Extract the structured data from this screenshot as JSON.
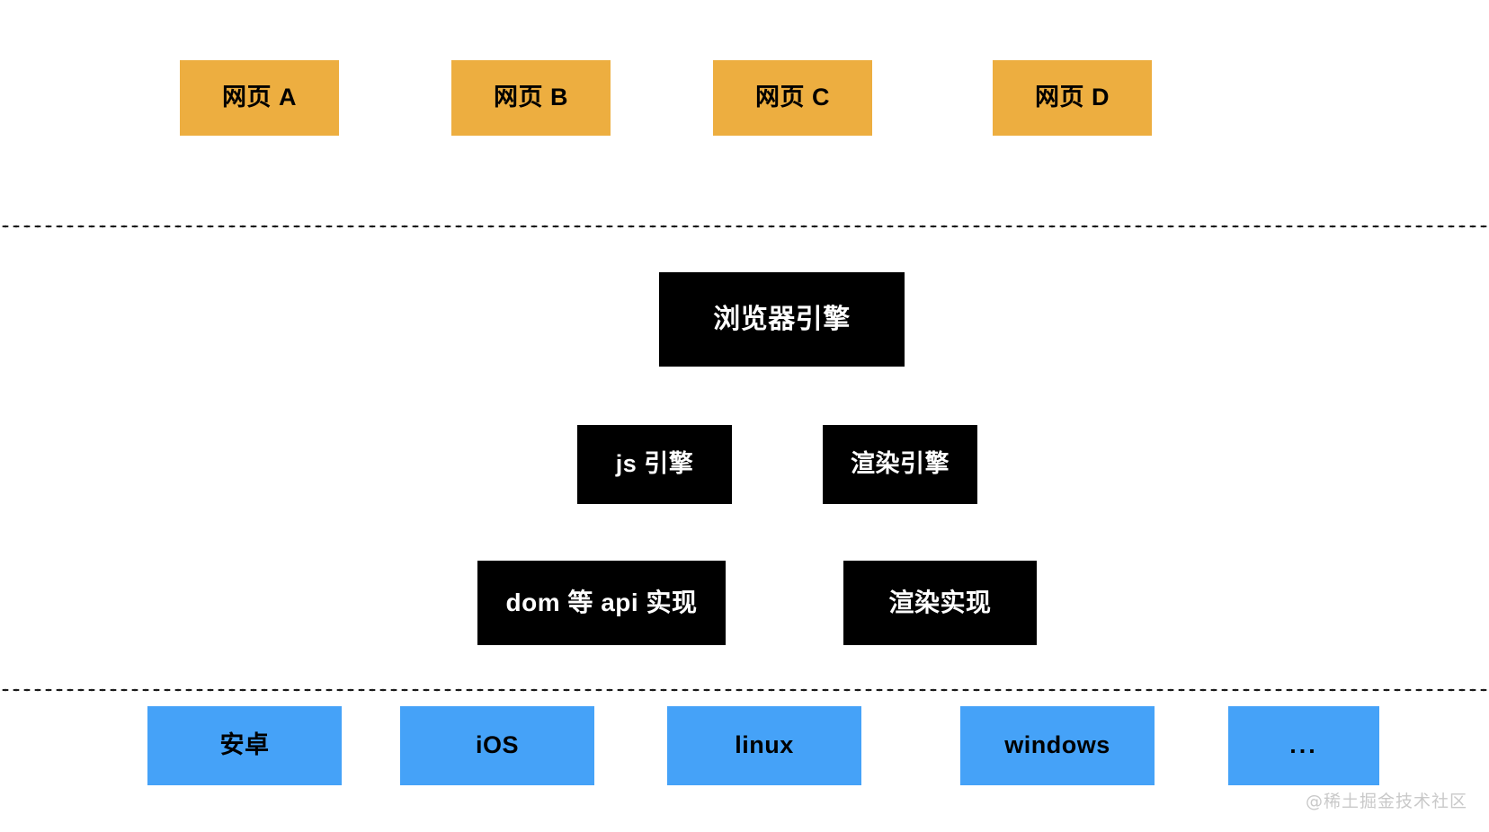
{
  "diagram": {
    "title": "Browser architecture layers",
    "background_color": "#ffffff",
    "layers": {
      "pages": {
        "name": "web-pages-layer",
        "color": "#edae40",
        "text_color": "#000000",
        "boxes": [
          {
            "label": "网页 A",
            "name": "web-page-a"
          },
          {
            "label": "网页 B",
            "name": "web-page-b"
          },
          {
            "label": "网页 C",
            "name": "web-page-c"
          },
          {
            "label": "网页 D",
            "name": "web-page-d"
          }
        ]
      },
      "engine": {
        "name": "browser-engine-layer",
        "color": "#000000",
        "text_color": "#ffffff",
        "browser_engine": {
          "label": "浏览器引擎",
          "name": "browser-engine"
        },
        "engines": [
          {
            "label": "js 引擎",
            "name": "js-engine"
          },
          {
            "label": "渲染引擎",
            "name": "render-engine"
          }
        ],
        "implementations": [
          {
            "label": "dom 等 api 实现",
            "name": "dom-api-implementation"
          },
          {
            "label": "渲染实现",
            "name": "render-implementation"
          }
        ]
      },
      "os": {
        "name": "operating-system-layer",
        "color": "#45a2f8",
        "text_color": "#000000",
        "boxes": [
          {
            "label": "安卓",
            "name": "os-android"
          },
          {
            "label": "iOS",
            "name": "os-ios"
          },
          {
            "label": "linux",
            "name": "os-linux"
          },
          {
            "label": "windows",
            "name": "os-windows"
          },
          {
            "label": "...",
            "name": "os-more"
          }
        ]
      }
    },
    "dividers": [
      {
        "name": "divider-pages-engine",
        "style": "dotted"
      },
      {
        "name": "divider-engine-os",
        "style": "dotted"
      }
    ],
    "watermark": {
      "text": "@稀土掘金技术社区",
      "color": "#c9c9c9"
    }
  }
}
